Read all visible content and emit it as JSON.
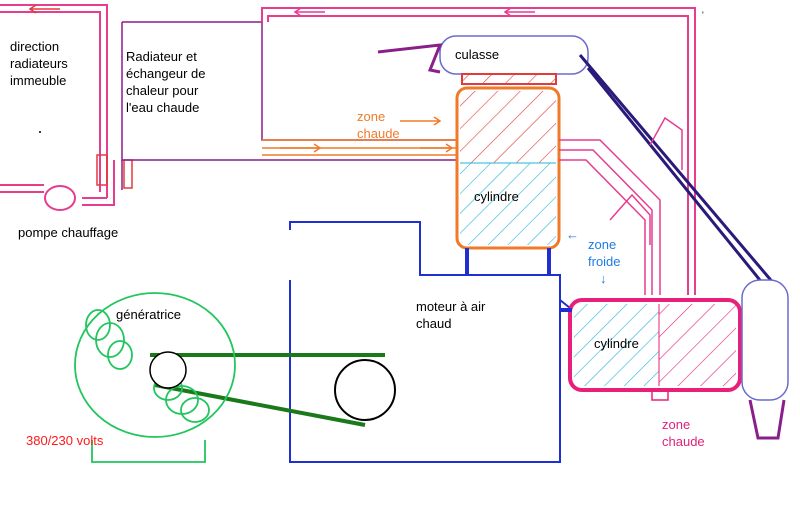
{
  "labels": {
    "direction": "direction\nradiateurs\nimmeuble",
    "radiateur": "Radiateur et\néchangeur de\nchaleur pour\nl'eau chaude",
    "pompe": "pompe chauffage",
    "culasse": "culasse",
    "zone_chaude_top": "zone\nchaude",
    "cylindre_top": "cylindre",
    "zone_froide": "zone\nfroide",
    "moteur": "moteur à air\nchaud",
    "generatrice": "génératrice",
    "cylindre_right": "cylindre",
    "zone_chaude_bottom": "zone\nchaude",
    "volts": "380/230 volts"
  },
  "colors": {
    "pink_pipe": "#e63d8f",
    "purple_pipe": "#8a1f8a",
    "orange": "#f07a2a",
    "blue_engine": "#1f2fd0",
    "cyan_hatch": "#23b6d8",
    "green": "#22c55e",
    "dark_green": "#1a7a1a",
    "magenta_cyl": "#e8207a",
    "red_text": "#ff1a1a",
    "navy": "#2a1a7a"
  }
}
